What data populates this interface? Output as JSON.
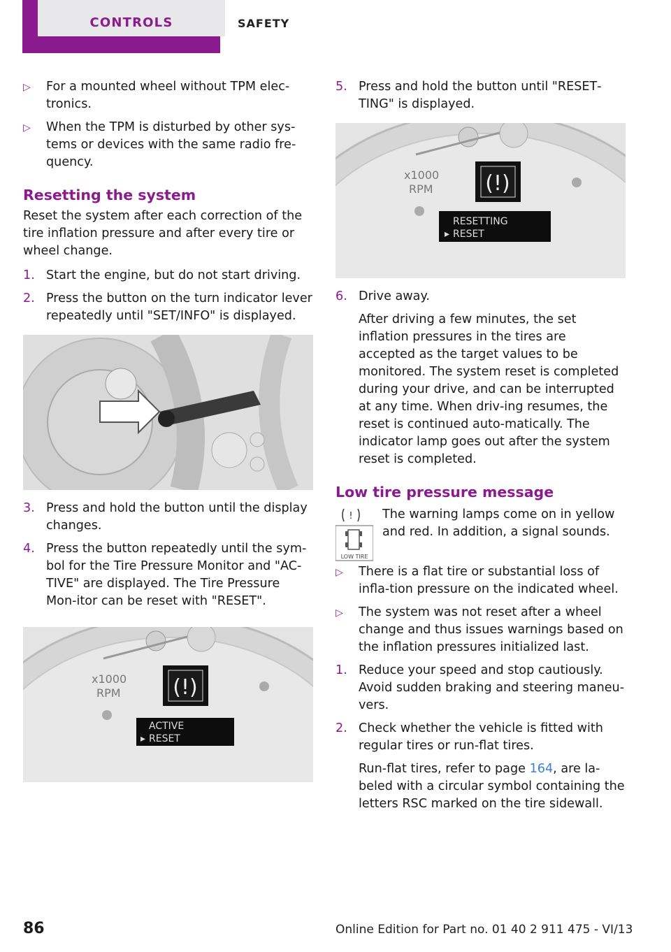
{
  "header": {
    "tab_active": "CONTROLS",
    "tab_inactive": "SAFETY"
  },
  "left": {
    "bullets": [
      "For a mounted wheel without TPM elec‐tronics.",
      "When the TPM is disturbed by other sys‐tems or devices with the same radio fre‐quency."
    ],
    "heading": "Resetting the system",
    "intro": "Reset the system after each correction of the tire inflation pressure and after every tire or wheel change.",
    "steps": [
      {
        "num": "1.",
        "text": "Start the engine, but do not start driving."
      },
      {
        "num": "2.",
        "text": "Press the button on the turn indicator lever repeatedly until \"SET/INFO\" is displayed."
      },
      {
        "num": "3.",
        "text": "Press and hold the button until the display changes."
      },
      {
        "num": "4.",
        "text": "Press the button repeatedly until the sym‐bol for the Tire Pressure Monitor and \"AC‐TIVE\" are displayed. The Tire Pressure Mon‐itor can be reset with \"RESET\"."
      }
    ],
    "fig2": {
      "speed_unit": "x1000",
      "speed_label": "RPM",
      "line1": "ACTIVE",
      "line2": "RESET"
    }
  },
  "right": {
    "step5": {
      "num": "5.",
      "text": "Press and hold the button until \"RESET‐TING\" is displayed."
    },
    "fig3": {
      "speed_unit": "x1000",
      "speed_label": "RPM",
      "line1": "RESETTING",
      "line2": "RESET"
    },
    "step6": {
      "num": "6.",
      "text": "Drive away.",
      "detail": "After driving a few minutes, the set inflation pressures in the tires are accepted as the target values to be monitored. The system reset is completed during your drive, and can be interrupted at any time. When driv‐ing resumes, the reset is continued auto‐matically. The indicator lamp goes out after the system reset is completed."
    },
    "heading": "Low tire pressure message",
    "warning": {
      "text": "The warning lamps come on in yellow and red. In addition, a signal sounds.",
      "icon_caption": "LOW TIRE"
    },
    "bullets": [
      "There is a flat tire or substantial loss of infla‐tion pressure on the indicated wheel.",
      "The system was not reset after a wheel change and thus issues warnings based on the inflation pressures initialized last."
    ],
    "steps": [
      {
        "num": "1.",
        "text": "Reduce your speed and stop cautiously. Avoid sudden braking and steering maneu‐vers."
      },
      {
        "num": "2.",
        "text": "Check whether the vehicle is fitted with regular tires or run-flat tires.",
        "detail_pre": "Run-flat tires, refer to page ",
        "detail_link": "164",
        "detail_post": ", are la‐beled with a circular symbol containing the letters RSC marked on the tire sidewall."
      }
    ]
  },
  "footer": {
    "page_number": "86",
    "edition": "Online Edition for Part no. 01 40 2 911 475 - VI/13"
  },
  "colors": {
    "accent": "#8b1a8f",
    "link": "#3a82d0"
  }
}
